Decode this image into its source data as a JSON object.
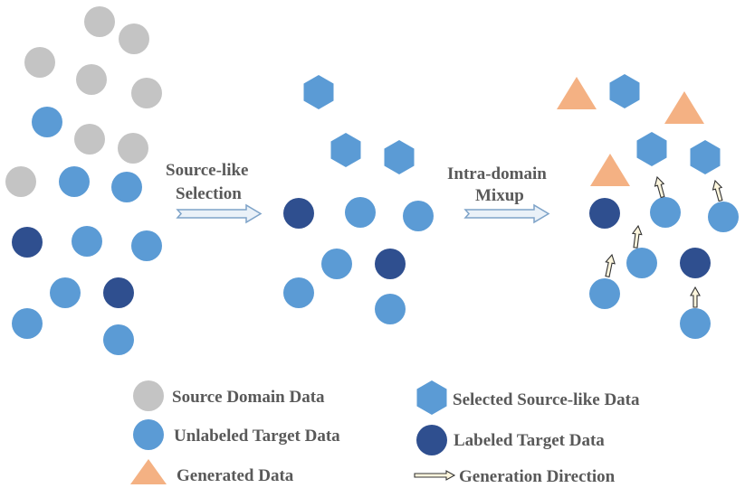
{
  "colors": {
    "source": "#c4c4c4",
    "unlabeled": "#5b9bd5",
    "labeled": "#2f4f8f",
    "selected": "#5b9bd5",
    "generated": "#f4b183",
    "arrow_fill": "#eaf1f8",
    "arrow_stroke": "#7ea3c8",
    "gen_arrow_fill": "#fdf6dd",
    "gen_arrow_stroke": "#333333",
    "text": "#595959"
  },
  "steps": {
    "selection": {
      "line1": "Source-like",
      "line2": "Selection"
    },
    "mixup": {
      "line1": "Intra-domain",
      "line2": "Mixup"
    }
  },
  "legend": {
    "source_domain": "Source Domain Data",
    "unlabeled_target": "Unlabeled Target Data",
    "generated": "Generated Data",
    "selected_source_like": "Selected Source-like Data",
    "labeled_target": "Labeled Target Data",
    "generation_direction": "Generation Direction"
  }
}
